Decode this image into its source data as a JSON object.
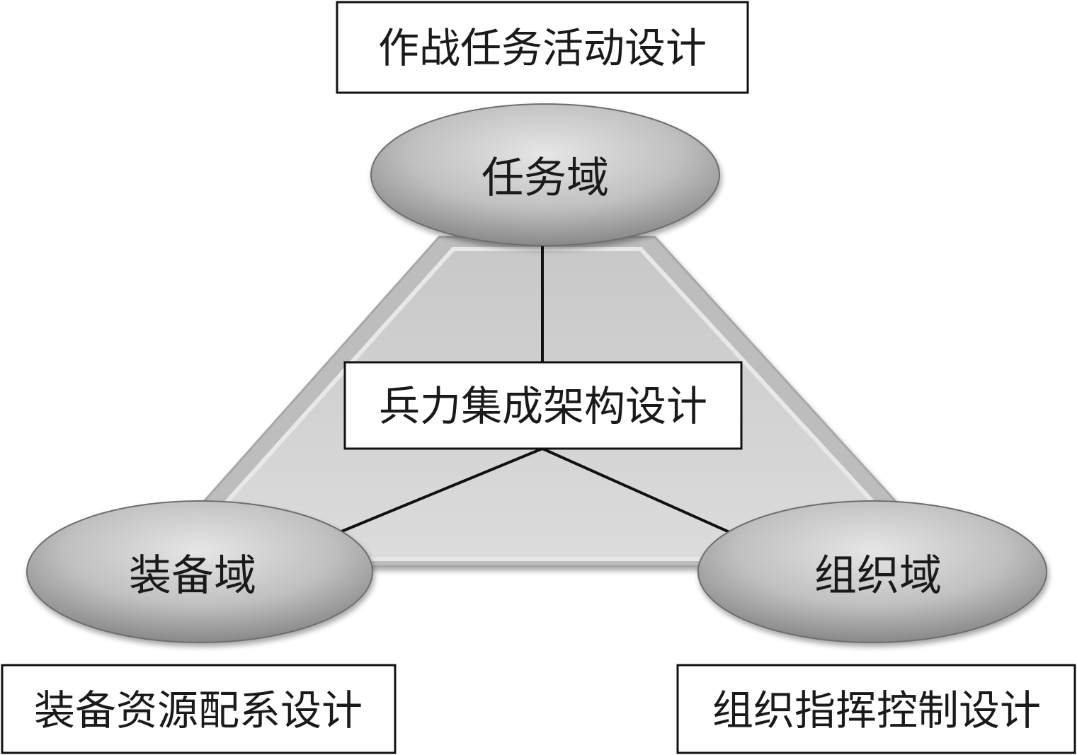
{
  "domains": {
    "mission": "任务域",
    "equipment": "装备域",
    "organization": "组织域"
  },
  "design_boxes": {
    "mission_activity": "作战任务活动设计",
    "force_integration": "兵力集成架构设计",
    "equipment_resource": "装备资源配系设计",
    "org_command": "组织指挥控制设计"
  },
  "colors": {
    "triangle_fill": "#d6d6d6",
    "triangle_edge": "#b4b4b4",
    "ellipse_light": "#e4e4e4",
    "ellipse_dark": "#8a8a8a",
    "line": "#111111",
    "box_border": "#111111"
  }
}
